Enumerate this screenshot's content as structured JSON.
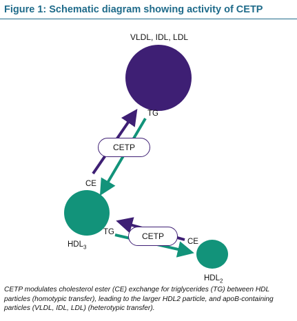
{
  "figure": {
    "title": "Figure 1: Schematic diagram showing activity of CETP",
    "caption": "CETP modulates cholesterol ester (CE) exchange for triglycerides (TG) between HDL particles (homotypic transfer), leading to the larger HDL2 particle, and apoB-containing particles (VLDL, IDL, LDL) (heterotypic transfer)."
  },
  "particles": {
    "vldl_label": "VLDL, IDL, LDL",
    "hdl3_label": "HDL",
    "hdl3_sub": "3",
    "hdl2_label": "HDL",
    "hdl2_sub": "2"
  },
  "labels": {
    "tg_top": "TG",
    "ce_top": "CE",
    "tg_bottom": "TG",
    "ce_bottom": "CE",
    "cetp_top": "CETP",
    "cetp_bottom": "CETP"
  },
  "colors": {
    "purple": "#3e1f74",
    "teal": "#12937a",
    "title_blue": "#1f6b8a"
  }
}
